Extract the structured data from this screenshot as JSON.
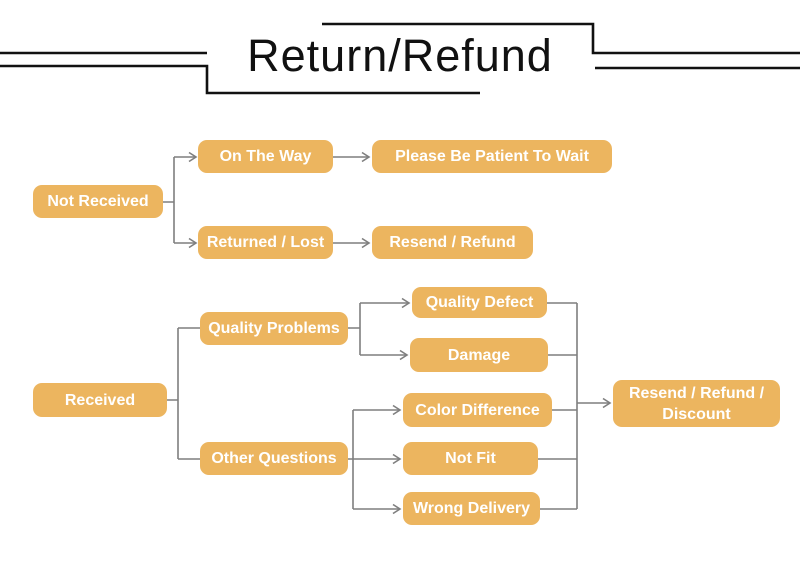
{
  "title": "Return/Refund",
  "colors": {
    "node_fill": "#ECB55F",
    "node_text": "#FFFFFF",
    "connector": "#7F7F7F",
    "title_line": "#111111",
    "background": "#FFFFFF"
  },
  "flowchart": {
    "nodes": {
      "not_received": "Not Received",
      "on_the_way": "On The Way",
      "please_wait": "Please Be Patient To Wait",
      "returned_lost": "Returned / Lost",
      "resend_refund": "Resend / Refund",
      "received": "Received",
      "quality_problems": "Quality Problems",
      "quality_defect": "Quality Defect",
      "damage": "Damage",
      "other_questions": "Other Questions",
      "color_difference": "Color Difference",
      "not_fit": "Not Fit",
      "wrong_delivery": "Wrong Delivery",
      "resend_refund_discount": "Resend / Refund / Discount"
    },
    "edges": [
      {
        "from": "not_received",
        "to": "on_the_way"
      },
      {
        "from": "not_received",
        "to": "returned_lost"
      },
      {
        "from": "on_the_way",
        "to": "please_wait"
      },
      {
        "from": "returned_lost",
        "to": "resend_refund"
      },
      {
        "from": "received",
        "to": "quality_problems"
      },
      {
        "from": "received",
        "to": "other_questions"
      },
      {
        "from": "quality_problems",
        "to": "quality_defect"
      },
      {
        "from": "quality_problems",
        "to": "damage"
      },
      {
        "from": "other_questions",
        "to": "color_difference"
      },
      {
        "from": "other_questions",
        "to": "not_fit"
      },
      {
        "from": "other_questions",
        "to": "wrong_delivery"
      },
      {
        "from": "quality_defect",
        "to": "resend_refund_discount"
      },
      {
        "from": "damage",
        "to": "resend_refund_discount"
      },
      {
        "from": "color_difference",
        "to": "resend_refund_discount"
      },
      {
        "from": "not_fit",
        "to": "resend_refund_discount"
      },
      {
        "from": "wrong_delivery",
        "to": "resend_refund_discount"
      }
    ]
  }
}
